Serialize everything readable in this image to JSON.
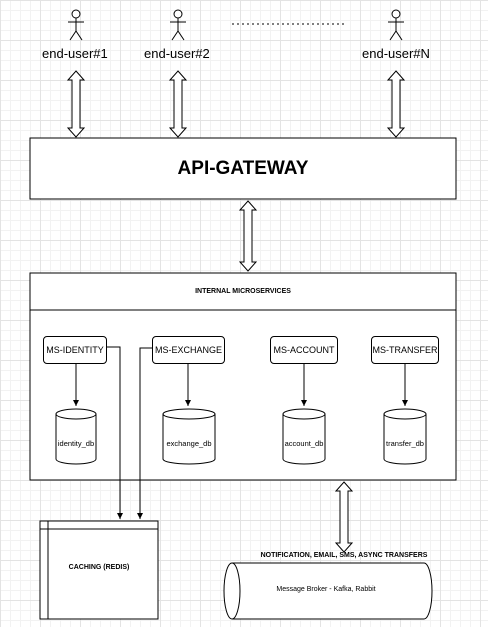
{
  "users": [
    {
      "label": "end-user#1"
    },
    {
      "label": "end-user#2"
    },
    {
      "label": "end-user#N"
    }
  ],
  "gateway": {
    "title": "API-GATEWAY"
  },
  "internal": {
    "title": "INTERNAL MICROSERVICES"
  },
  "services": [
    {
      "label": "MS-IDENTITY",
      "db": "identity_db"
    },
    {
      "label": "MS-EXCHANGE",
      "db": "exchange_db"
    },
    {
      "label": "MS-ACCOUNT",
      "db": "account_db"
    },
    {
      "label": "MS-TRANSFER",
      "db": "transfer_db"
    }
  ],
  "caching": {
    "label": "CACHING (REDIS)"
  },
  "notification": {
    "label": "NOTIFICATION, EMAIL, SMS, ASYNC TRANSFERS"
  },
  "broker": {
    "label": "Message Broker - Kafka, Rabbit"
  }
}
